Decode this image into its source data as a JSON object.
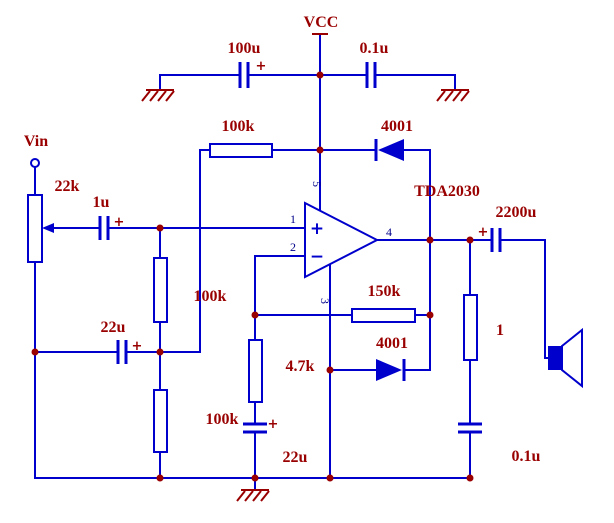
{
  "colors": {
    "wire": "#0000cc",
    "label": "#990000",
    "pin": "#00008b",
    "background": "#ffffff"
  },
  "power": {
    "vcc": "VCC"
  },
  "input": {
    "vin": "Vin"
  },
  "opamp": {
    "name": "TDA2030",
    "plus": "+",
    "minus": "−",
    "pin_noninverting": "1",
    "pin_inverting": "2",
    "pin_ground": "3",
    "pin_output": "4",
    "pin_supply": "5"
  },
  "labels": {
    "c_bulk": "100u",
    "c_bypass": "0.1u",
    "r_feed_top": "100k",
    "d_top": "4001",
    "pot": "22k",
    "c_in": "1u",
    "r_bias": "100k",
    "c_filter": "22u",
    "r_fb": "150k",
    "d_bottom": "4001",
    "r_gain": "4.7k",
    "r_bias_lower": "100k",
    "c_gain": "22u",
    "c_out": "2200u",
    "r_zobel": "1",
    "c_zobel": "0.1u"
  },
  "marks": {
    "plus": "+"
  }
}
